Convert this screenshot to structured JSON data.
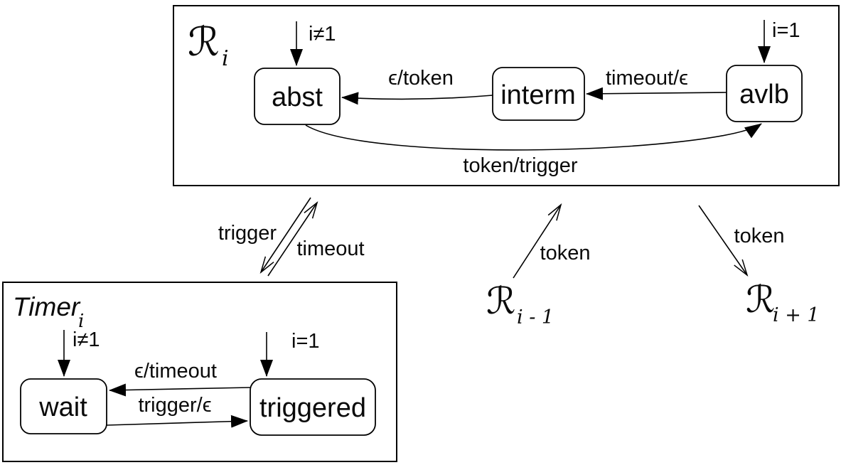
{
  "colors": {
    "ink": "#000000",
    "background": "#ffffff"
  },
  "ri": {
    "title": "ℛ",
    "title_sub": "i",
    "states": {
      "abst": "abst",
      "interm": "interm",
      "avlb": "avlb"
    },
    "init_abst": "i≠1",
    "init_avlb": "i=1",
    "edges": {
      "interm_to_abst": "ϵ/token",
      "avlb_to_interm": "timeout/ϵ",
      "abst_to_avlb": "token/trigger"
    }
  },
  "timer": {
    "title": "Timer",
    "title_sub": "i",
    "states": {
      "wait": "wait",
      "triggered": "triggered"
    },
    "init_wait": "i≠1",
    "init_triggered": "i=1",
    "edges": {
      "triggered_to_wait": "ϵ/timeout",
      "wait_to_triggered": "trigger/ϵ"
    }
  },
  "sync": {
    "trigger": "trigger",
    "timeout": "timeout",
    "token_from_prev": "token",
    "token_to_next": "token"
  },
  "neighbors": {
    "prev": "ℛ",
    "prev_sub": "i - 1",
    "next": "ℛ",
    "next_sub": "i + 1"
  }
}
